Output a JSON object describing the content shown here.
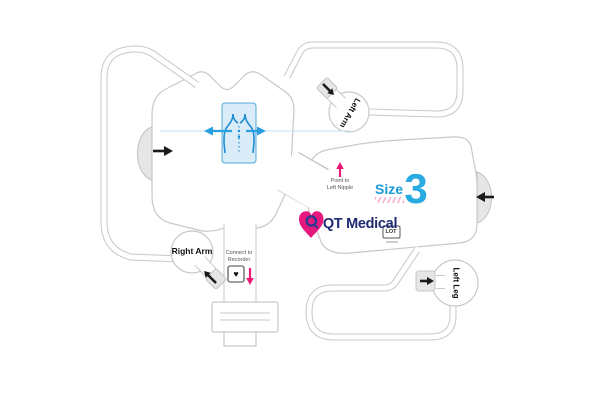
{
  "product": {
    "brand": "QT Medical",
    "size_label": "Size",
    "size_value": "3",
    "lot_symbol": "LOT"
  },
  "electrodes": {
    "right_arm": "Right Arm",
    "left_arm": "Left Arm",
    "left_leg": "Left Leg"
  },
  "instructions": {
    "nipple_line1": "Point to",
    "nipple_line2": "Left Nipple",
    "recorder_line1": "Connect to",
    "recorder_line2": "Recorder"
  },
  "icons": {
    "recorder_heart": "♥",
    "torso": "torso-outline-icon",
    "center_guide": "double-headed-horizontal-arrow",
    "nipple_arrow": "arrow-up-pink",
    "recorder_arrow": "arrow-down-pink",
    "peel_arrows": "black-direction-arrows"
  },
  "colors": {
    "brand_navy": "#1e2a72",
    "brand_magenta": "#e6197e",
    "size_blue": "#29abe2",
    "guide_blue": "#2a9fe0",
    "pink_accent": "#ed1a75",
    "outline_gray": "#c8c8c8",
    "tab_gray": "#e6e6e6",
    "panel_blue_fill": "#d9ecf8"
  }
}
